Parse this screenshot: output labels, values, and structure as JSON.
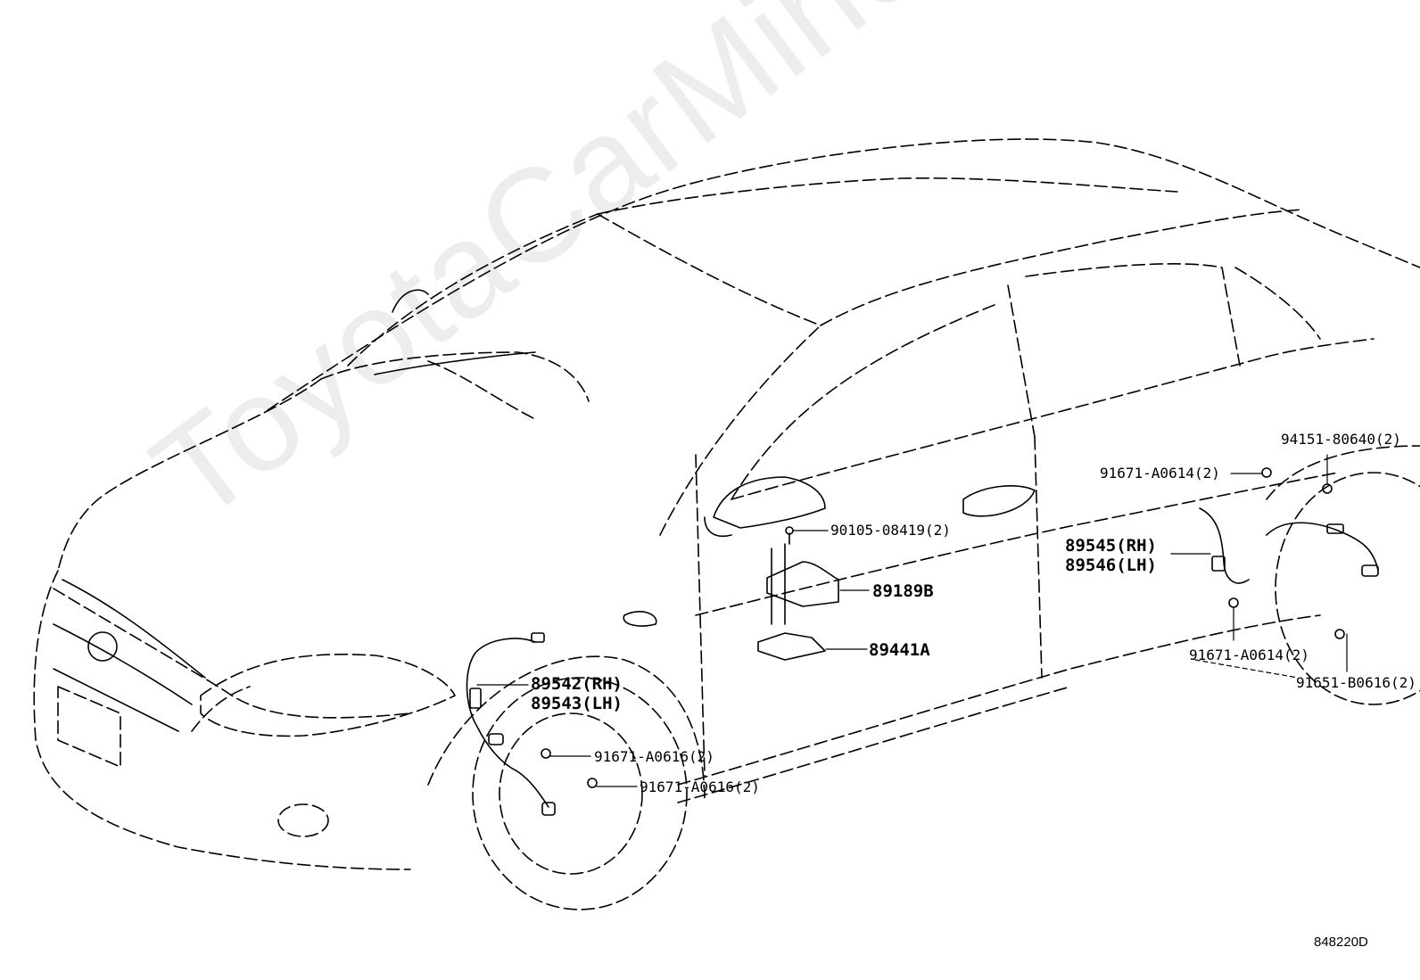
{
  "watermark": "ToyotaCarMine.ru",
  "reference_code": "848220D",
  "callouts": {
    "p90105": "90105-08419(2)",
    "p89189B": "89189B",
    "p89441A": "89441A",
    "p89542": "89542(RH)",
    "p89543": "89543(LH)",
    "p91671_front_a": "91671-A0616(2)",
    "p91671_front_b": "91671-A0616(2)",
    "p94151": "94151-80640(2)",
    "p91671_rear_top": "91671-A0614(2)",
    "p89545": "89545(RH)",
    "p89546": "89546(LH)",
    "p91671_rear_bottom": "91671-A0614(2)",
    "p91651": "91651-B0616(2)"
  }
}
